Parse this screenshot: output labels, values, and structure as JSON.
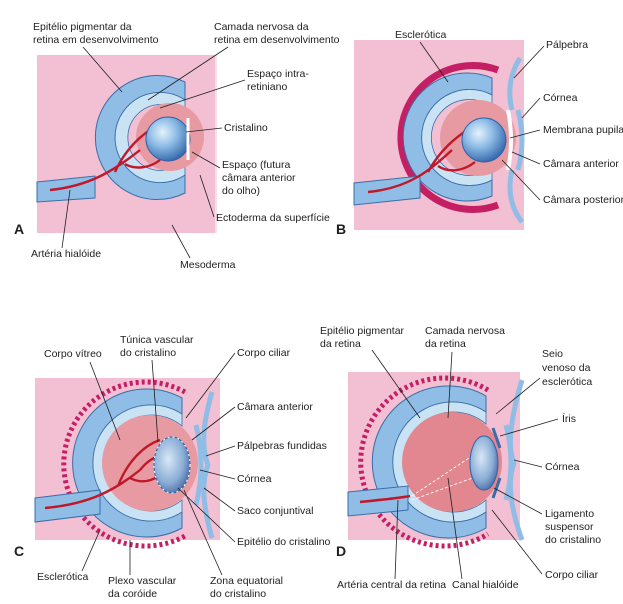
{
  "panels": {
    "A": {
      "letter": "A",
      "labels": {
        "epitelio": [
          "Epitélio pigmentar da",
          "retina em desenvolvimento"
        ],
        "camada": [
          "Camada nervosa da",
          "retina em desenvolvimento"
        ],
        "espaco_intra": [
          "Espaço intra-",
          "retiniano"
        ],
        "cristalino": [
          "Cristalino"
        ],
        "espaco_futura": [
          "Espaço (futura",
          "câmara anterior",
          "do olho)"
        ],
        "ectoderma": [
          "Ectoderma da superfície"
        ],
        "arteria": [
          "Artéria hialóide"
        ],
        "mesoderma": [
          "Mesoderma"
        ]
      }
    },
    "B": {
      "letter": "B",
      "labels": {
        "esclerotica": [
          "Esclerótica"
        ],
        "palpebra": [
          "Pálpebra"
        ],
        "cornea": [
          "Córnea"
        ],
        "membrana": [
          "Membrana pupilar"
        ],
        "camara_ant": [
          "Câmara anterior"
        ],
        "camara_post": [
          "Câmara posterior"
        ]
      }
    },
    "C": {
      "letter": "C",
      "labels": {
        "corpo_vitreo": [
          "Corpo vítreo"
        ],
        "tunica": [
          "Túnica vascular",
          "do cristalino"
        ],
        "corpo_ciliar": [
          "Corpo ciliar"
        ],
        "camara_ant": [
          "Câmara anterior"
        ],
        "palpebras": [
          "Pálpebras fundidas"
        ],
        "cornea": [
          "Córnea"
        ],
        "saco": [
          "Saco conjuntival"
        ],
        "epitelio_crist": [
          "Epitélio do cristalino"
        ],
        "esclerotica": [
          "Esclerótica"
        ],
        "plexo": [
          "Plexo vascular",
          "da coróide"
        ],
        "zona": [
          "Zona equatorial",
          "do cristalino"
        ]
      }
    },
    "D": {
      "letter": "D",
      "labels": {
        "epitelio": [
          "Epitélio pigmentar",
          "da retina"
        ],
        "camada": [
          "Camada nervosa",
          "da retina"
        ],
        "seio": [
          "Seio",
          "venoso da",
          "esclerótica"
        ],
        "iris": [
          "Íris"
        ],
        "cornea": [
          "Córnea"
        ],
        "ligamento": [
          "Ligamento",
          "suspensor",
          "do cristalino"
        ],
        "corpo_ciliar": [
          "Corpo ciliar"
        ],
        "arteria_central": [
          "Artéria central da retina"
        ],
        "canal": [
          "Canal hialóide"
        ]
      }
    }
  },
  "colors": {
    "mesoderm": "#f2bfd3",
    "outer_layer": "#8fbde6",
    "inner_layer": "#bcdcf2",
    "retina_pink": "#e79aa2",
    "vitreous": "#f4b7b0",
    "lens": "#6fa6dc",
    "vessel": "#c0182a",
    "sclera": "#c41f63",
    "outline": "#3a6da8"
  }
}
